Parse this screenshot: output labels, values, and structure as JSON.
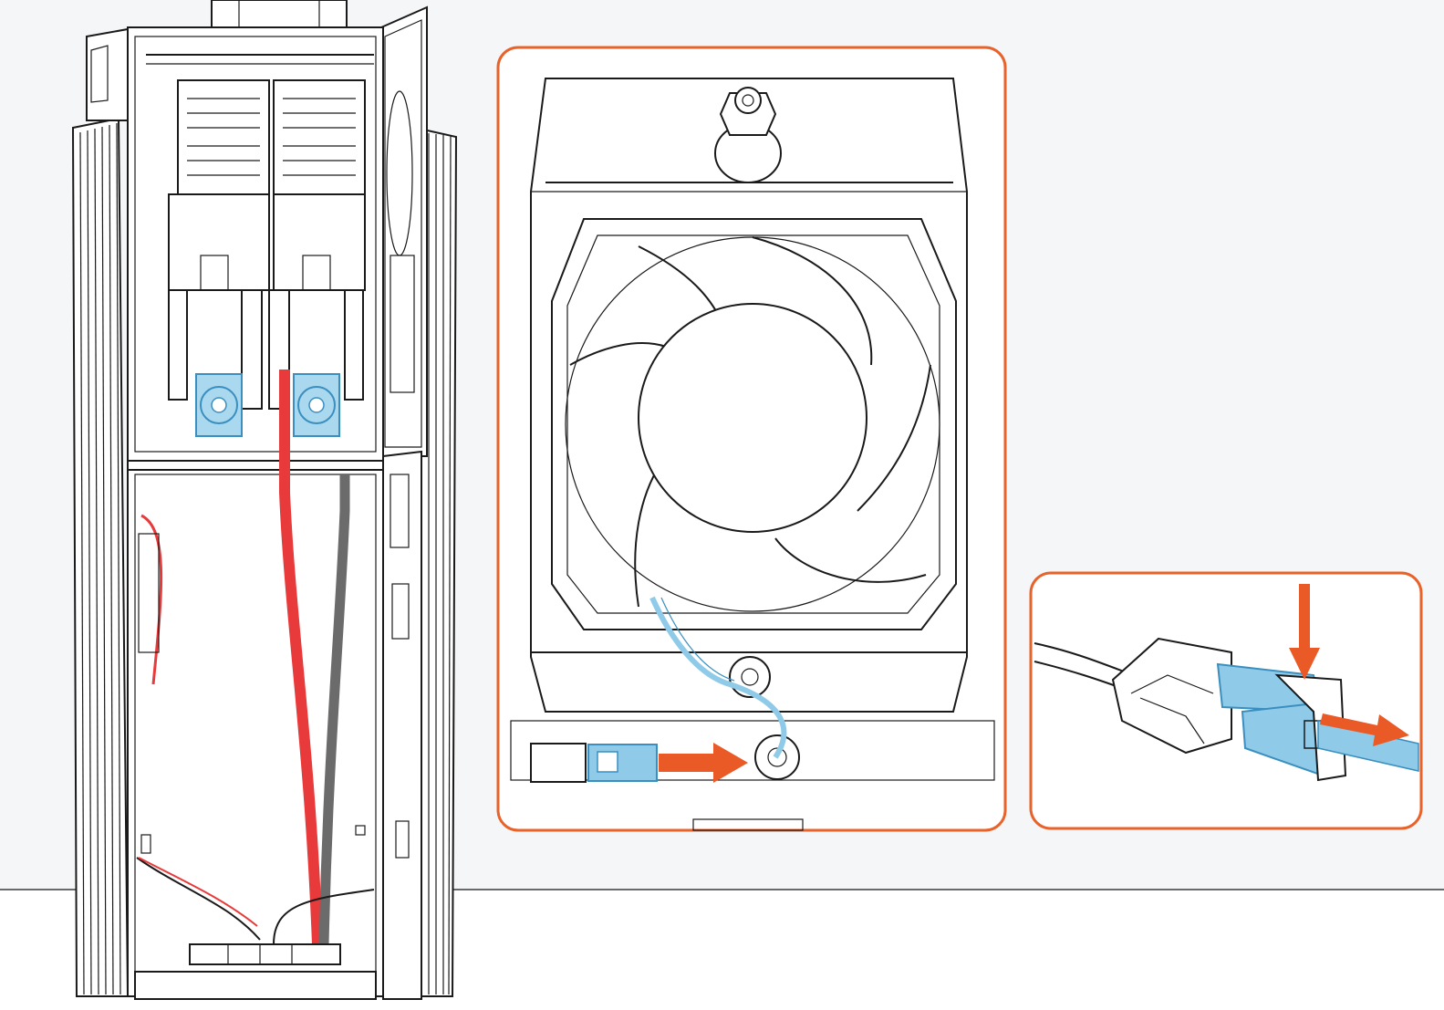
{
  "illustration": "fan-connector-removal",
  "colors": {
    "background_wall": "#f5f6f7",
    "floor_line": "#3a3a3a",
    "callout_border": "#e8622a",
    "arrow": "#ea5a27",
    "fan_highlight": "#a9d8ef",
    "connector_blue": "#8fcbe8",
    "cable_red": "#e83a3a",
    "cable_gray": "#6b6b6b"
  },
  "callouts": [
    {
      "id": "fan-detail",
      "subject": "fan-and-cable"
    },
    {
      "id": "connector-detail",
      "subject": "connector-release"
    }
  ],
  "icons": [
    "fan-icon",
    "arrow-right-icon",
    "arrow-down-icon",
    "connector-icon"
  ]
}
